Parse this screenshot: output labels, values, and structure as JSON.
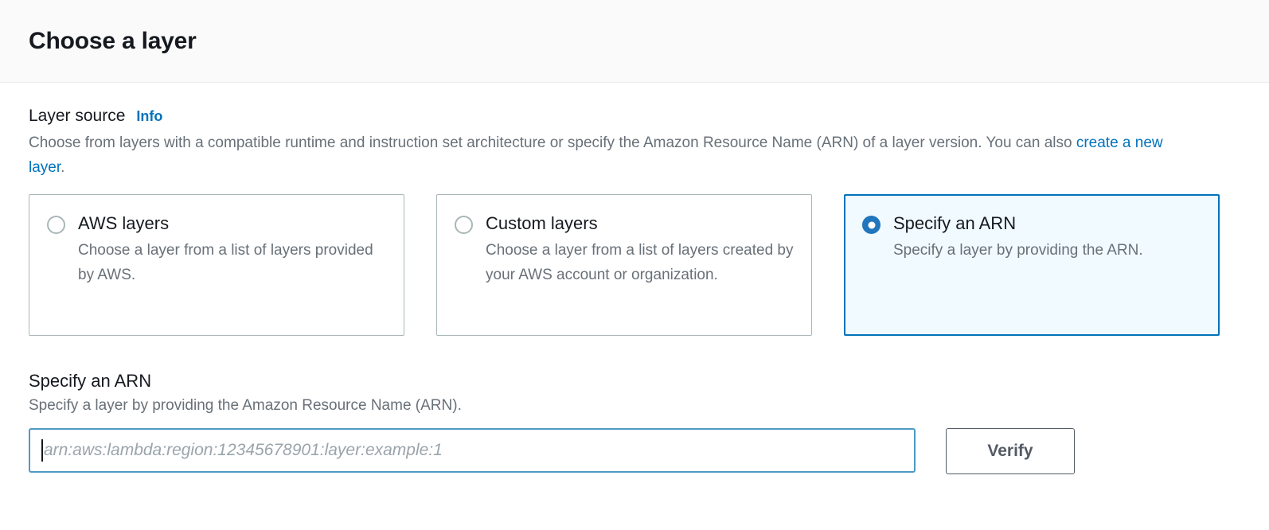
{
  "header": {
    "title": "Choose a layer"
  },
  "layer_source": {
    "label": "Layer source",
    "info_label": "Info",
    "description_part1": "Choose from layers with a compatible runtime and instruction set architecture or specify the Amazon Resource Name (ARN) of a layer version. You can also ",
    "description_link": "create a new layer",
    "description_part2": ".",
    "options": [
      {
        "label": "AWS layers",
        "description": "Choose a layer from a list of layers provided by AWS.",
        "selected": false
      },
      {
        "label": "Custom layers",
        "description": "Choose a layer from a list of layers created by your AWS account or organization.",
        "selected": false
      },
      {
        "label": "Specify an ARN",
        "description": "Specify a layer by providing the ARN.",
        "selected": true
      }
    ]
  },
  "arn_section": {
    "heading": "Specify an ARN",
    "description": "Specify a layer by providing the Amazon Resource Name (ARN).",
    "input_placeholder": "arn:aws:lambda:region:12345678901:layer:example:1",
    "input_value": "",
    "verify_label": "Verify"
  },
  "colors": {
    "accent_blue": "#0073bb",
    "selected_tile_bg": "#f1faff",
    "selected_radio": "#2176bd",
    "input_focus_border": "#4e9ac4",
    "body_text": "#16191f",
    "muted_text": "#687078",
    "button_border": "#545b64",
    "header_bg": "#fafafa"
  }
}
